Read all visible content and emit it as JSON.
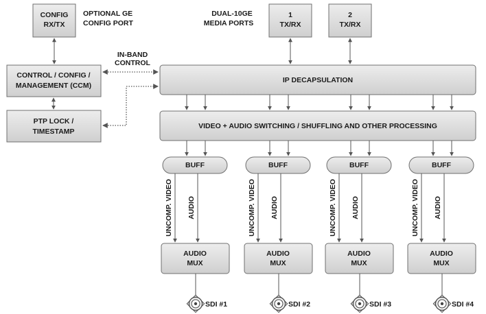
{
  "config_port": {
    "box": [
      "CONFIG",
      "RX/TX"
    ],
    "label": [
      "OPTIONAL GE",
      "CONFIG PORT"
    ]
  },
  "media_ports": {
    "label": [
      "DUAL-10GE",
      "MEDIA PORTS"
    ],
    "ports": [
      {
        "num": "1",
        "name": "TX/RX"
      },
      {
        "num": "2",
        "name": "TX/RX"
      }
    ]
  },
  "ccm": [
    "CONTROL / CONFIG /",
    "MANAGEMENT (CCM)"
  ],
  "ptp": [
    "PTP LOCK /",
    "TIMESTAMP"
  ],
  "inband": [
    "IN-BAND",
    "CONTROL"
  ],
  "decap": "IP DECAPSULATION",
  "switching": "VIDEO + AUDIO SWITCHING / SHUFFLING AND OTHER PROCESSING",
  "channels": [
    {
      "buff": "BUFF",
      "video": "UNCOMP. VIDEO",
      "audio": "AUDIO",
      "mux": [
        "AUDIO",
        "MUX"
      ],
      "sdi": "SDI #1"
    },
    {
      "buff": "BUFF",
      "video": "UNCOMP. VIDEO",
      "audio": "AUDIO",
      "mux": [
        "AUDIO",
        "MUX"
      ],
      "sdi": "SDI #2"
    },
    {
      "buff": "BUFF",
      "video": "UNCOMP. VIDEO",
      "audio": "AUDIO",
      "mux": [
        "AUDIO",
        "MUX"
      ],
      "sdi": "SDI #3"
    },
    {
      "buff": "BUFF",
      "video": "UNCOMP. VIDEO",
      "audio": "AUDIO",
      "mux": [
        "AUDIO",
        "MUX"
      ],
      "sdi": "SDI #4"
    }
  ],
  "colors": {
    "box_top": "#ededed",
    "box_bottom": "#cfcfcf",
    "stroke": "#6f6f6f",
    "line": "#555555"
  }
}
